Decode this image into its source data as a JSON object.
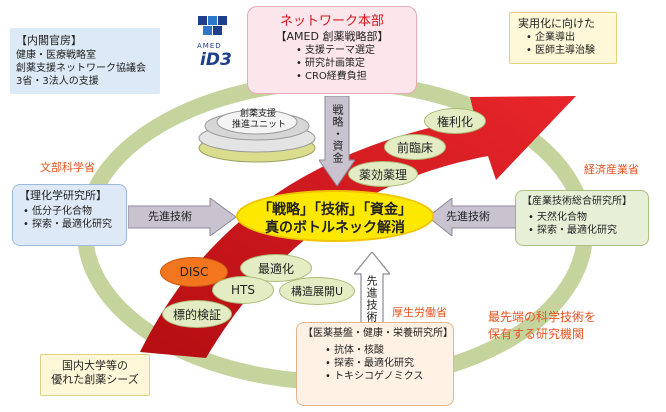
{
  "cabinet": {
    "title": "【内閣官房】",
    "lines": [
      "健康・医療戦略室",
      "創薬支援ネットワーク協議会",
      "3省・3法人の支援"
    ]
  },
  "logo": {
    "top": "AMED",
    "bottom": "iD3"
  },
  "network_hq": {
    "title": "ネットワーク本部",
    "subtitle": "【AMED 創薬戦略部】",
    "items": [
      "支援テーマ選定",
      "研究計画策定",
      "CRO経費負担"
    ]
  },
  "practical": {
    "title": "実用化に向けた",
    "items": [
      "企業導出",
      "医師主導治験"
    ]
  },
  "unit_label": [
    "創薬支援",
    "推進ユニット"
  ],
  "strategy_arrow": "戦略・資金",
  "mext": {
    "ministry": "文部科学省",
    "title": "【理化学研究所】",
    "items": [
      "低分子化合物",
      "探索・最適化研究"
    ],
    "arrow": "先進技術"
  },
  "meti": {
    "ministry": "経済産業省",
    "title": "【産業技術総合研究所】",
    "items": [
      "天然化合物",
      "探索・最適化研究"
    ],
    "arrow": "先進技術"
  },
  "mhlw": {
    "ministry": "厚生労働省",
    "title": "【医薬基盤・健康・栄養研究所】",
    "items": [
      "抗体・核酸",
      "探索・最適化研究",
      "トキシコゲノミクス"
    ],
    "arrow": "先進技術"
  },
  "center": {
    "line1": "「戦略」「技術」「資金」",
    "line2": "真のボトルネック解消"
  },
  "stages_right": [
    "権利化",
    "前臨床",
    "薬効薬理"
  ],
  "stages_left": [
    "DISC",
    "最適化",
    "HTS",
    "構造展開U",
    "標的検証"
  ],
  "universities": [
    "国内大学等の",
    "優れた創薬シーズ"
  ],
  "advanced_institutes": [
    "最先端の科学技術を",
    "保有する研究機関"
  ],
  "colors": {
    "red": "#d7141a",
    "accent_orange": "#e8531f",
    "ring": "#b6c98a",
    "yellow": "#ffe800"
  }
}
